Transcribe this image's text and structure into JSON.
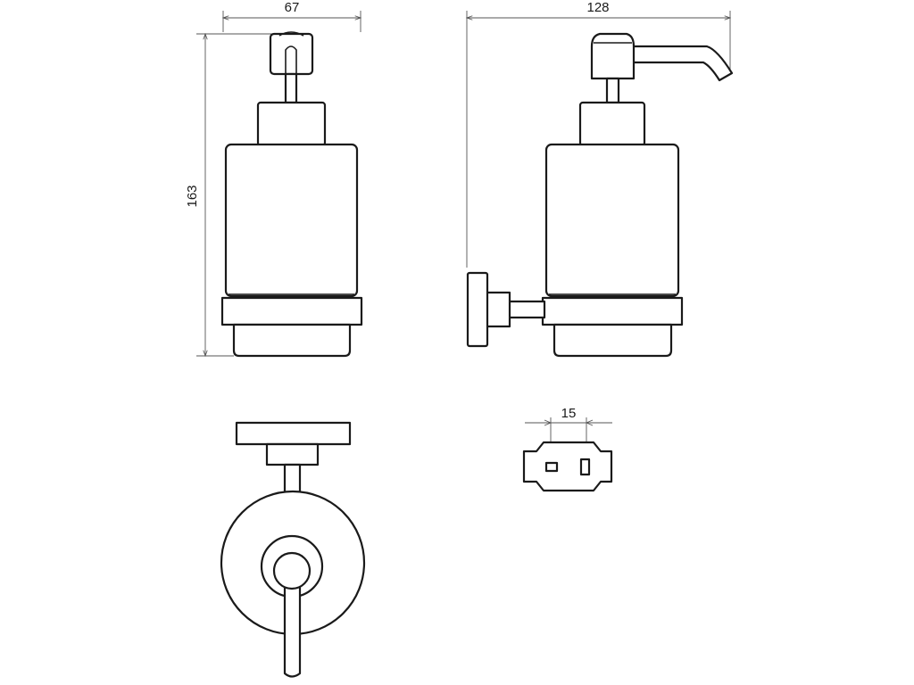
{
  "dimensions": {
    "width_front": "67",
    "height_front": "163",
    "width_side": "128",
    "mount_spacing": "15"
  },
  "colors": {
    "line": "#1a1a1a",
    "dimension_line": "#555555",
    "background": "#ffffff"
  }
}
